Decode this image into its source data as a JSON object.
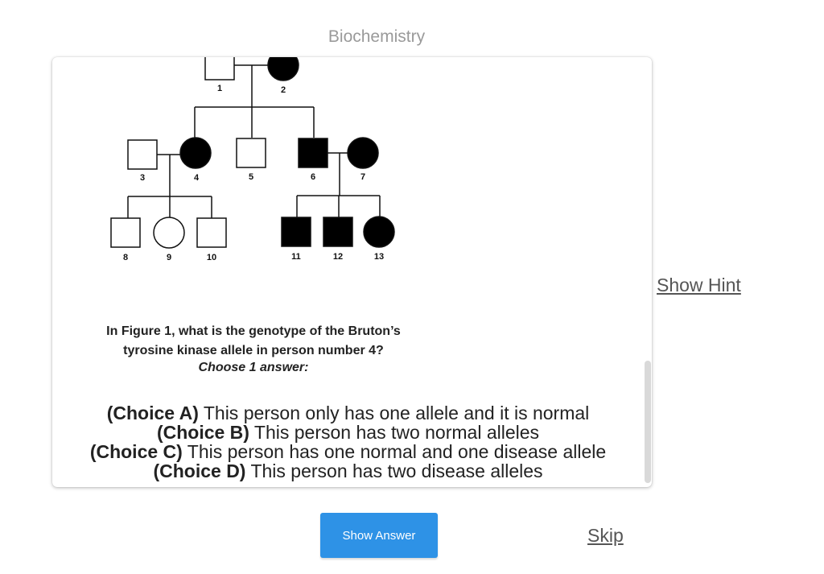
{
  "deck": {
    "title": "Biochemistry"
  },
  "card": {
    "figure": {
      "individuals": [
        {
          "id": "1",
          "sex": "male",
          "affected": false
        },
        {
          "id": "2",
          "sex": "female",
          "affected": true
        },
        {
          "id": "3",
          "sex": "male",
          "affected": false
        },
        {
          "id": "4",
          "sex": "female",
          "affected": true
        },
        {
          "id": "5",
          "sex": "male",
          "affected": false
        },
        {
          "id": "6",
          "sex": "male",
          "affected": true
        },
        {
          "id": "7",
          "sex": "female",
          "affected": true
        },
        {
          "id": "8",
          "sex": "male",
          "affected": false
        },
        {
          "id": "9",
          "sex": "female",
          "affected": false
        },
        {
          "id": "10",
          "sex": "male",
          "affected": false
        },
        {
          "id": "11",
          "sex": "male",
          "affected": true
        },
        {
          "id": "12",
          "sex": "male",
          "affected": true
        },
        {
          "id": "13",
          "sex": "female",
          "affected": true
        }
      ]
    },
    "question_line1": "In Figure 1, what is the genotype of the Bruton’s",
    "question_line2": "tyrosine kinase allele in person number 4?",
    "instruction": "Choose 1 answer:",
    "choices": [
      {
        "label": "(Choice A)",
        "text": " This person only has one allele and it is normal"
      },
      {
        "label": "(Choice B)",
        "text": " This person has two normal alleles"
      },
      {
        "label": "(Choice C)",
        "text": " This person has one normal and one disease allele"
      },
      {
        "label": "(Choice D)",
        "text": " This person has two disease alleles"
      }
    ]
  },
  "actions": {
    "show_hint": "Show Hint",
    "show_answer": "Show Answer",
    "skip": "Skip"
  },
  "colors": {
    "button": "#2e92e6",
    "link": "#555555",
    "muted": "#9a9a9a"
  }
}
